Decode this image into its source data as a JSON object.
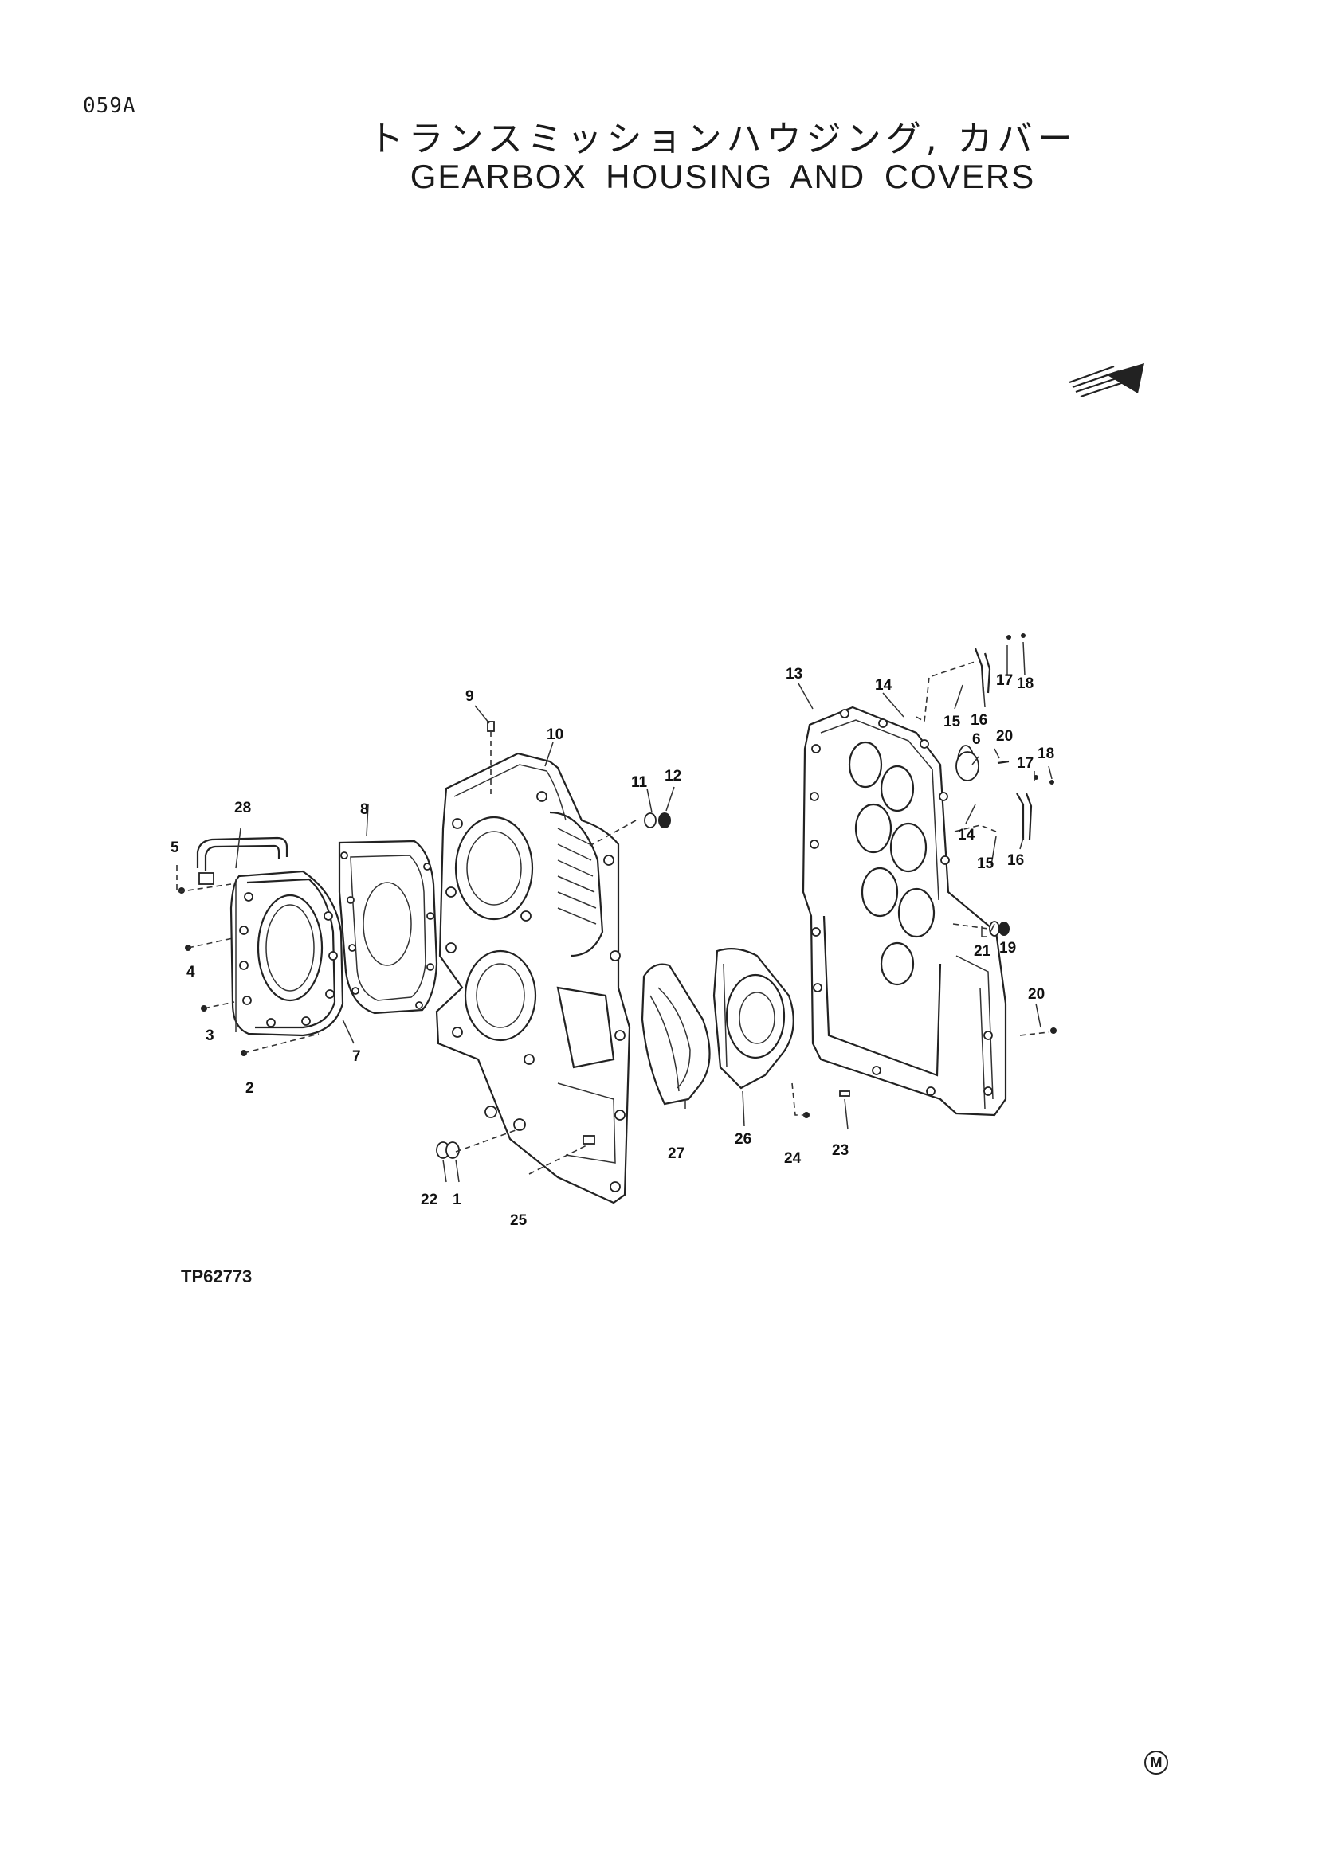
{
  "header": {
    "page_code": "059A",
    "title_jp": "トランスミッションハウジング, カバー",
    "title_en": "GEARBOX HOUSING AND COVERS"
  },
  "figure": {
    "figure_code": "TP62773",
    "mark": "M",
    "callouts": [
      "1",
      "2",
      "3",
      "4",
      "5",
      "6",
      "7",
      "8",
      "9",
      "10",
      "11",
      "12",
      "13",
      "14",
      "15",
      "16",
      "17",
      "18",
      "19",
      "20",
      "21",
      "22",
      "23",
      "24",
      "25",
      "26",
      "27",
      "28"
    ],
    "callouts_repeated": [
      "14",
      "15",
      "16",
      "17",
      "18",
      "20"
    ]
  },
  "icons": {
    "direction_arrow": "front-direction-arrow-icon",
    "circled_mark": "circled-m-icon"
  }
}
